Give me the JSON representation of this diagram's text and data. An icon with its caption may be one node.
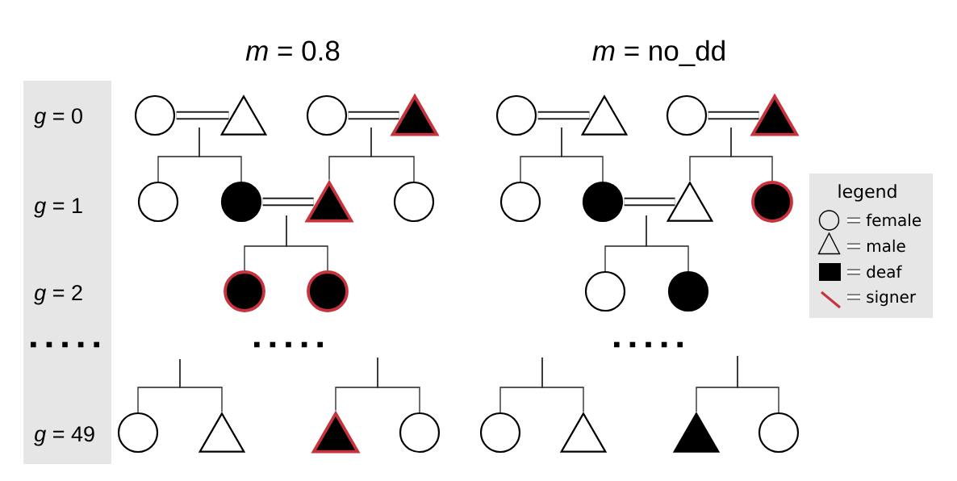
{
  "diagram": {
    "nodes": [
      {
        "text": [],
        "shape": "circle"
      },
      {
        "text": [],
        "shape": "triangle"
      },
      {
        "text": [],
        "shape": "circle"
      },
      {
        "text": [],
        "shape": "triangle"
      },
      {
        "text": [],
        "shape": "circle"
      },
      {
        "text": [],
        "shape": "triangle"
      },
      {
        "text": [],
        "shape": "circle"
      },
      {
        "text": [],
        "shape": "triangle"
      },
      {
        "text": [],
        "shape": "circle"
      },
      {
        "text": [],
        "shape": "circle"
      },
      {
        "text": [],
        "shape": "triangle"
      },
      {
        "text": [],
        "shape": "circle"
      },
      {
        "text": [],
        "shape": "circle"
      },
      {
        "text": [],
        "shape": "circle"
      },
      {
        "text": [],
        "shape": "triangle"
      },
      {
        "text": [],
        "shape": "circle"
      },
      {
        "text": [],
        "shape": "circle"
      },
      {
        "text": [],
        "shape": "circle"
      },
      {
        "text": [],
        "shape": "circle"
      },
      {
        "text": [],
        "shape": "circle"
      },
      {
        "text": [],
        "shape": "circle"
      },
      {
        "text": [],
        "shape": "triangle"
      },
      {
        "text": [],
        "shape": "triangle"
      },
      {
        "text": [],
        "shape": "circle"
      },
      {
        "text": [],
        "shape": "circle"
      },
      {
        "text": [],
        "shape": "triangle"
      },
      {
        "text": [],
        "shape": "triangle"
      },
      {
        "text": [],
        "shape": "circle"
      }
    ],
    "edges": [
      {
        "from": 0,
        "to": 1,
        "arrow": "none",
        "style": "thick"
      },
      {
        "from": 2,
        "to": 3,
        "arrow": "none",
        "style": "thick"
      },
      {
        "from": 4,
        "to": 5,
        "arrow": "none",
        "style": "thick"
      },
      {
        "from": 6,
        "to": 7,
        "arrow": "none",
        "style": "thick"
      },
      {
        "from": null,
        "to": 8,
        "arrow": "none"
      },
      {
        "from": null,
        "to": 9,
        "arrow": "none"
      },
      {
        "from": null,
        "to": 10,
        "arrow": "none"
      },
      {
        "from": null,
        "to": 11,
        "arrow": "none"
      },
      {
        "from": null,
        "to": 12,
        "arrow": "none"
      },
      {
        "from": null,
        "to": 13,
        "arrow": "none"
      },
      {
        "from": null,
        "to": 14,
        "arrow": "none"
      },
      {
        "from": null,
        "to": 15,
        "arrow": "none"
      },
      {
        "from": 9,
        "to": 10,
        "arrow": "none",
        "style": "thick"
      },
      {
        "from": 13,
        "to": 14,
        "arrow": "none",
        "style": "thick"
      },
      {
        "from": null,
        "to": 16,
        "arrow": "none"
      },
      {
        "from": null,
        "to": 17,
        "arrow": "none"
      },
      {
        "from": null,
        "to": 18,
        "arrow": "none"
      },
      {
        "from": null,
        "to": 19,
        "arrow": "none"
      },
      {
        "from": null,
        "to": 20,
        "arrow": "none"
      },
      {
        "from": null,
        "to": 21,
        "arrow": "none"
      },
      {
        "from": null,
        "to": 22,
        "arrow": "none"
      },
      {
        "from": null,
        "to": 23,
        "arrow": "none"
      },
      {
        "from": null,
        "to": 24,
        "arrow": "none"
      },
      {
        "from": null,
        "to": 25,
        "arrow": "none"
      },
      {
        "from": null,
        "to": 26,
        "arrow": "none"
      },
      {
        "from": null,
        "to": 27,
        "arrow": "none"
      }
    ],
    "labels": [
      "*m* = 0.8",
      "*m* = no_dd",
      "*g* = 0",
      "*g* = 1",
      "*g* = 2",
      "*g* = 49",
      "legend"
    ],
    "legend": [
      {
        "text": "female"
      },
      {
        "text": "male"
      },
      {
        "text": "deaf",
        "color": "#000000"
      },
      {
        "text": "signer"
      }
    ]
  }
}
